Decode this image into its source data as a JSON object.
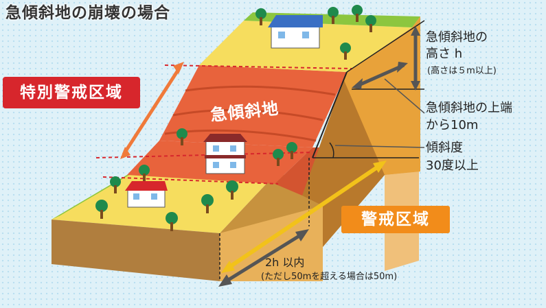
{
  "title": "急傾斜地の崩壊の場合",
  "special_zone_label": "特別警戒区域",
  "warning_zone_label": "警戒区域",
  "slope_label": "急傾斜地",
  "height_label": {
    "line1": "急傾斜地の",
    "line2": "高さ h",
    "note": "(高さは５m以上)"
  },
  "top_edge_label": {
    "line1": "急傾斜地の上端",
    "line2": "から10m"
  },
  "angle_label": {
    "line1": "傾斜度",
    "line2": "30度以上"
  },
  "width_label": {
    "line1": "2h 以内",
    "line2": "(ただし50mを超える場合は50m)"
  },
  "colors": {
    "red_zone": "#e8633c",
    "yellow_zone": "#f6dd5e",
    "grass": "#8cc63f",
    "badge_red": "#d7262c",
    "badge_orange": "#f28c1a"
  }
}
